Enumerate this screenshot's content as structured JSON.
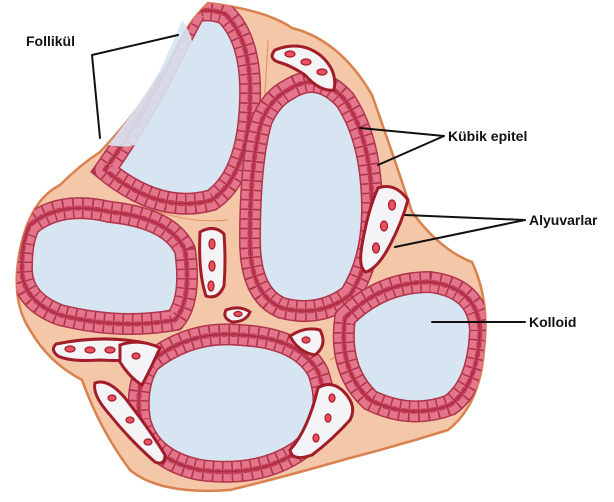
{
  "labels": {
    "follicle": "Follikül",
    "cuboidal_epithelium": "Kübik epitel",
    "red_blood_cells": "Alyuvarlar",
    "colloid": "Kolloid"
  },
  "colors": {
    "connective_tissue": "#f4c7a8",
    "tissue_outline": "#d9824e",
    "colloid": "#d7e4f2",
    "epithelial_cell": "#e4768b",
    "cell_nucleus": "#c33a55",
    "vessel_wall": "#a11d2a",
    "red_blood_cell": "#e9505f"
  }
}
